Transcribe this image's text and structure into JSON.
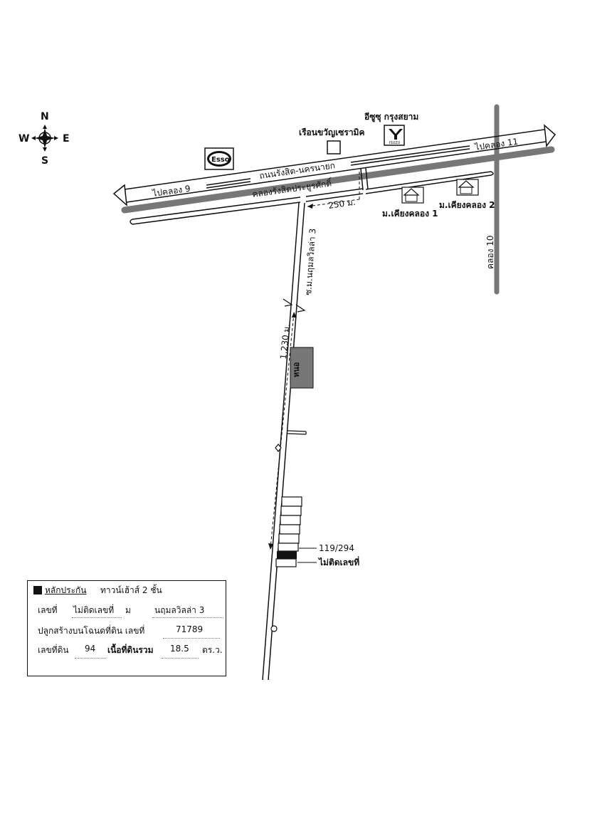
{
  "compass": {
    "n": "N",
    "s": "S",
    "e": "E",
    "w": "W"
  },
  "roads": {
    "main_road": "ถนนรังสิต-นครนายก",
    "to_west": "ไปคลอง 9",
    "to_east": "ไปคลอง 11",
    "canal_main": "คลองรังสิตประยูรศักดิ์",
    "canal_10": "คลอง 10",
    "soi": "ซ.ม.นฤมลวิลล่า 3"
  },
  "distances": {
    "d1": "250 ม.",
    "d2": "1,230 ม."
  },
  "landmarks": {
    "esso": "Esso",
    "ceramic": "เรือนขวัญเซรามิค",
    "isuzu": "อีซูซุ กรุงสยาม",
    "isuzu_logo_text": "ISUZU",
    "village1": "ม.เคียงคลอง 1",
    "village2": "ม.เคียงคลอง 2",
    "pond": "หนอ"
  },
  "house_labels": {
    "neighbor": "119/294",
    "target": "ไม่ติดเลขที่"
  },
  "info": {
    "title_legend": "หลักประกัน",
    "title_desc": "ทาวน์เฮ้าส์ 2 ชั้น",
    "addr_label": "เลขที่",
    "addr_value": "ไม่ติดเลขที่",
    "moo_label": "ม",
    "village_value": "นฤมลวิลล่า 3",
    "deed_label": "ปลูกสร้างบนโฉนดที่ดิน เลขที่",
    "deed_value": "71789",
    "land_label": "เลขที่ดิน",
    "land_value": "94",
    "area_label": "เนื้อที่ดินรวม",
    "area_value": "18.5",
    "area_unit": "ตร.ว."
  }
}
